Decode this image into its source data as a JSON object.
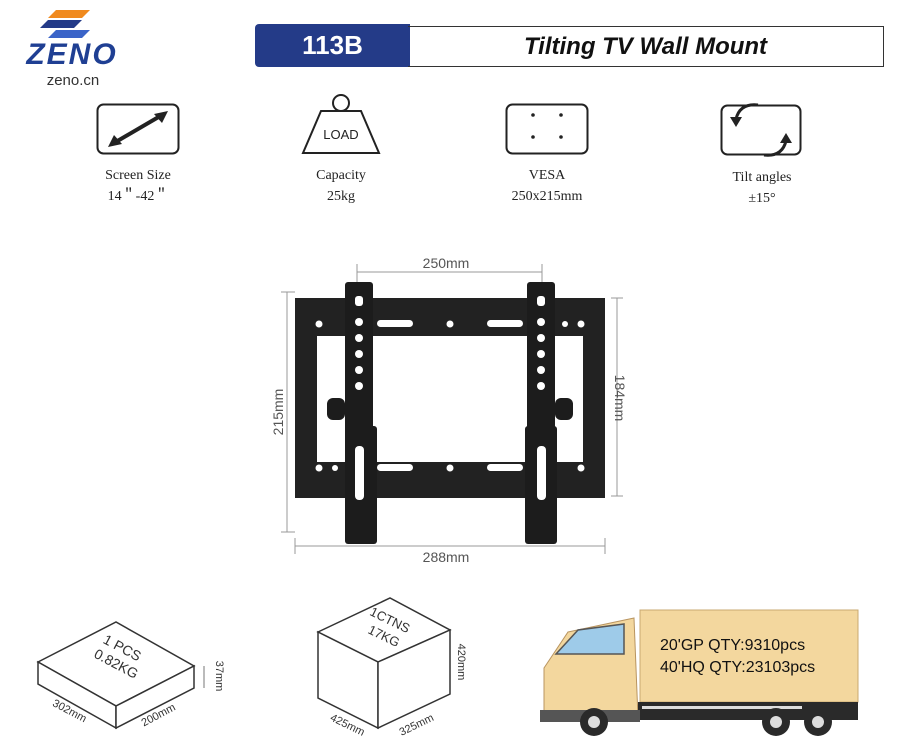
{
  "brand": {
    "name": "ZENO",
    "site": "zeno.cn"
  },
  "header": {
    "model": "113B",
    "title": "Tilting TV Wall Mount"
  },
  "specs": [
    {
      "icon": "diagonal-arrow-icon",
      "label": "Screen Size",
      "value": "14＂-42＂"
    },
    {
      "icon": "load-weight-icon",
      "icon_text": "LOAD",
      "label": "Capacity",
      "value": "25kg"
    },
    {
      "icon": "vesa-pattern-icon",
      "label": "VESA",
      "value": "250x215mm"
    },
    {
      "icon": "tilt-arrows-icon",
      "label": "Tilt angles",
      "value": "±15°"
    }
  ],
  "diagram": {
    "dim_top": "250mm",
    "dim_left": "215mm",
    "dim_right": "184mm",
    "dim_bottom": "288mm"
  },
  "packaging": {
    "inner_box": {
      "text_line1": "1 PCS",
      "text_line2": "0.82KG",
      "length": "302mm",
      "width": "200mm",
      "height": "37mm"
    },
    "carton": {
      "text_line1": "1CTNS",
      "text_line2": "17KG",
      "length": "425mm",
      "width": "325mm",
      "height": "420mm"
    }
  },
  "shipping": {
    "gp20": "20'GP QTY:9310pcs",
    "hq40": "40'HQ QTY:23103pcs"
  },
  "colors": {
    "brand_blue": "#243b88",
    "logo_orange": "#f08a1e",
    "truck_beige": "#f3d79e"
  }
}
